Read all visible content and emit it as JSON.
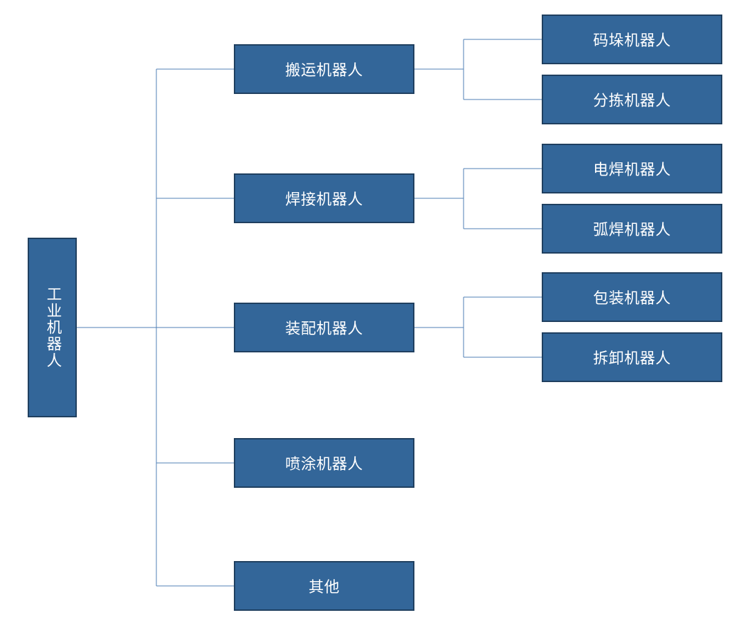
{
  "diagram": {
    "root": "工业机器人",
    "level1": [
      {
        "label": "搬运机器人",
        "children": [
          "码垛机器人",
          "分拣机器人"
        ]
      },
      {
        "label": "焊接机器人",
        "children": [
          "电焊机器人",
          "弧焊机器人"
        ]
      },
      {
        "label": "装配机器人",
        "children": [
          "包装机器人",
          "拆卸机器人"
        ]
      },
      {
        "label": "喷涂机器人",
        "children": []
      },
      {
        "label": "其他",
        "children": []
      }
    ]
  },
  "colors": {
    "node_fill": "#336699",
    "node_border": "#1f3f5f",
    "connector": "#4f7fb6",
    "text": "#ffffff"
  }
}
